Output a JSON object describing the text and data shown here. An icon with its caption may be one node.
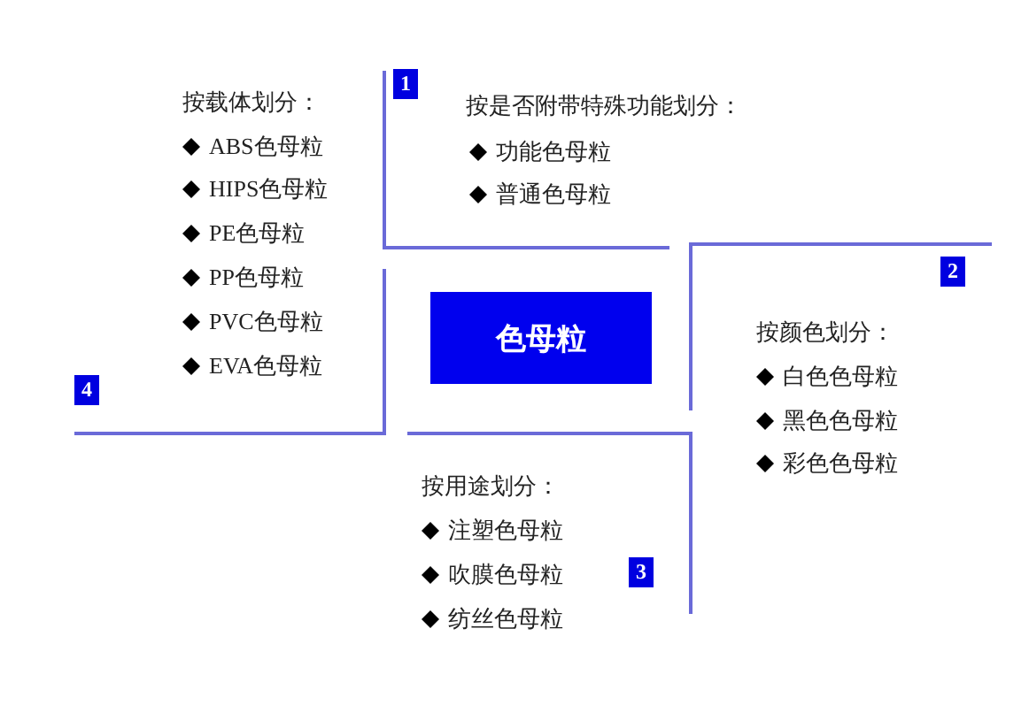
{
  "diagram": {
    "nodes": [
      {
        "text": [
          "色母粒"
        ]
      },
      {
        "text": [
          "1"
        ]
      },
      {
        "text": [
          "2"
        ]
      },
      {
        "text": [
          "3"
        ]
      },
      {
        "text": [
          "4"
        ]
      }
    ],
    "edges": [],
    "labels": [
      "按载体划分：",
      "ABS色母粒",
      "HIPS色母粒",
      "PE色母粒",
      "PP色母粒",
      "PVC色母粒",
      "EVA色母粒",
      "按是否附带特殊功能划分：",
      "功能色母粒",
      "普通色母粒",
      "按颜色划分：",
      "白色色母粒",
      "黑色色母粒",
      "彩色色母粒",
      "按用途划分：",
      "注塑色母粒",
      "吹膜色母粒",
      "纺丝色母粒"
    ]
  }
}
